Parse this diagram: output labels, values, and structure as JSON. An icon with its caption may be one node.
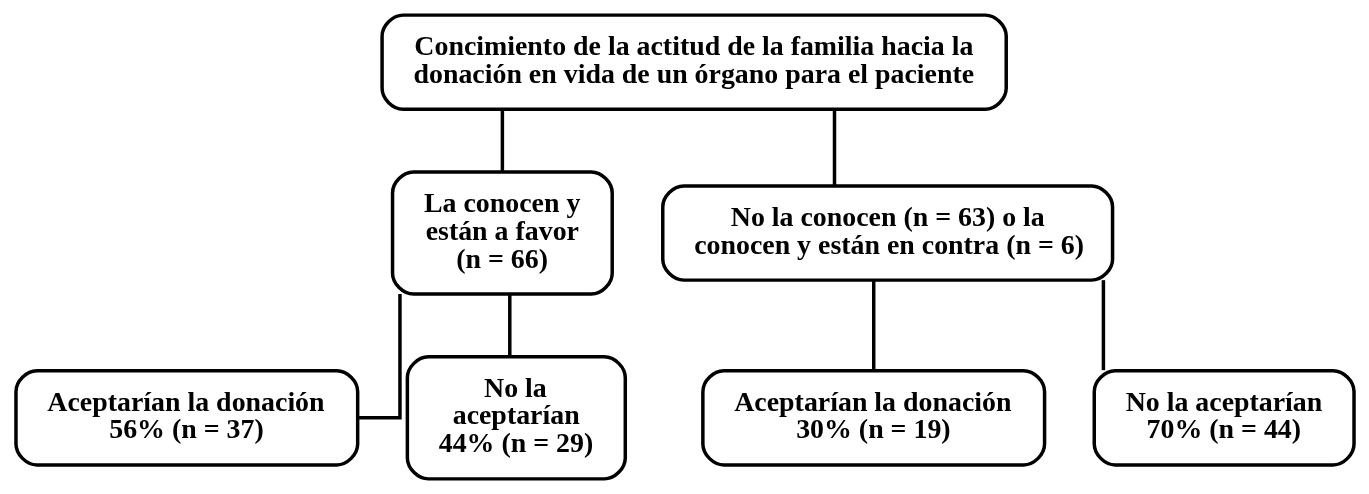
{
  "diagram": {
    "nodes": [
      {
        "text": [
          "Concimiento de la actitud de la familia hacia la donación en vida de un órgano para el paciente"
        ]
      },
      {
        "text": [
          "La conocen y están a favor (n = 66)"
        ]
      },
      {
        "text": [
          "No la conocen (n = 63) o la conocen y están en contra (n = 6)"
        ]
      },
      {
        "text": [
          "Aceptarían la donación 56% (n = 37)"
        ]
      },
      {
        "text": [
          "No la aceptarían 44% (n = 29)"
        ]
      },
      {
        "text": [
          "Aceptarían la donación 30% (n = 19)"
        ]
      },
      {
        "text": [
          "No la aceptarían 70% (n = 44)"
        ]
      }
    ],
    "edges": [
      {
        "from": 0,
        "to": 1,
        "arrow": "none"
      },
      {
        "from": 0,
        "to": 2,
        "arrow": "none"
      },
      {
        "from": 1,
        "to": 3,
        "arrow": "none"
      },
      {
        "from": 1,
        "to": 4,
        "arrow": "none"
      },
      {
        "from": 2,
        "to": 5,
        "arrow": "none"
      },
      {
        "from": 2,
        "to": 6,
        "arrow": "none"
      }
    ]
  }
}
